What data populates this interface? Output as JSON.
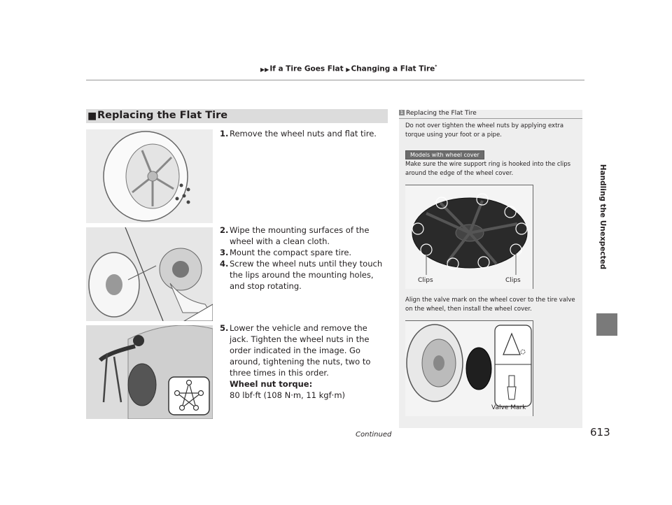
{
  "header": {
    "breadcrumb_1": "If a Tire Goes Flat",
    "breadcrumb_2": "Changing a Flat Tire",
    "asterisk": "*"
  },
  "side": {
    "chapter": "Handling the Unexpected"
  },
  "page": {
    "number": "613",
    "continued": "Continued"
  },
  "section": {
    "marker": "■",
    "title": "Replacing the Flat Tire"
  },
  "steps": [
    {
      "num": "1.",
      "text": "Remove the wheel nuts and flat tire."
    },
    {
      "num": "2.",
      "text": "Wipe the mounting surfaces of the wheel with a clean cloth."
    },
    {
      "num": "3.",
      "text": "Mount the compact spare tire."
    },
    {
      "num": "4.",
      "text": "Screw the wheel nuts until they touch the lips around the mounting holes, and stop rotating."
    },
    {
      "num": "5.",
      "text": "Lower the vehicle and remove the jack. Tighten the wheel nuts in the order indicated in the image. Go around, tightening the nuts, two to three times in this order."
    }
  ],
  "torque": {
    "label": "Wheel nut torque:",
    "value": "80 lbf·ft (108 N·m, 11 kgf·m)"
  },
  "notes": {
    "heading_num": "1",
    "heading": "Replacing the Flat Tire",
    "p1": "Do not over tighten the wheel nuts by applying extra torque using your foot or a pipe.",
    "badge": "Models with wheel cover",
    "p2": "Make sure the wire support ring is hooked into the clips around the edge of the wheel cover.",
    "clips_left": "Clips",
    "clips_right": "Clips",
    "p3": "Align the valve mark on the wheel cover to the tire valve on the wheel, then install the wheel cover.",
    "valve_mark": "Valve Mark"
  }
}
